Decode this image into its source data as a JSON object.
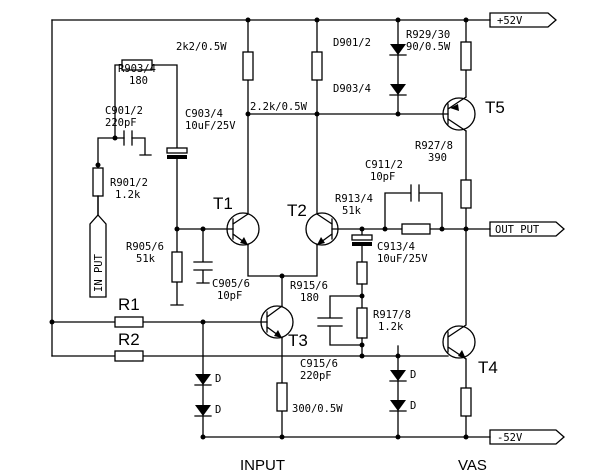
{
  "rails": {
    "positive": "+52V",
    "negative": "-52V"
  },
  "sections": {
    "input": "INPUT",
    "vas": "VAS"
  },
  "ports": {
    "input": "IN PUT",
    "output": "OUT PUT"
  },
  "transistors": {
    "t1": "T1",
    "t2": "T2",
    "t3": "T3",
    "t4": "T4",
    "t5": "T5"
  },
  "resistors": {
    "r1": "R1",
    "r2": "R2",
    "collector_res": "2k2/0.5W",
    "r903_ref": "R903/4",
    "r903_val": "180",
    "r901_ref": "R901/2",
    "r901_val": "1.2k",
    "r905_ref": "R905/6",
    "r905_val": "51k",
    "t2_collector": "2.2k/0.5W",
    "r929_ref": "R929/30",
    "r929_val": "90/0.5W",
    "r927_ref": "R927/8",
    "r927_val": "390",
    "r913_ref": "R913/4",
    "r913_val": "51k",
    "r915_ref": "R915/6",
    "r915_val": "180",
    "r917_ref": "R917/8",
    "r917_val": "1.2k",
    "tail_res": "300/0.5W"
  },
  "capacitors": {
    "c901_ref": "C901/2",
    "c901_val": "220pF",
    "c903_ref": "C903/4",
    "c903_val": "10uF/25V",
    "c905_ref": "C905/6",
    "c905_val": "10pF",
    "c911_ref": "C911/2",
    "c911_val": "10pF",
    "c913_ref": "C913/4",
    "c913_val": "10uF/25V",
    "c915_ref": "C915/6",
    "c915_val": "220pF"
  },
  "diodes": {
    "d901": "D901/2",
    "d903": "D903/4",
    "d": "D"
  }
}
